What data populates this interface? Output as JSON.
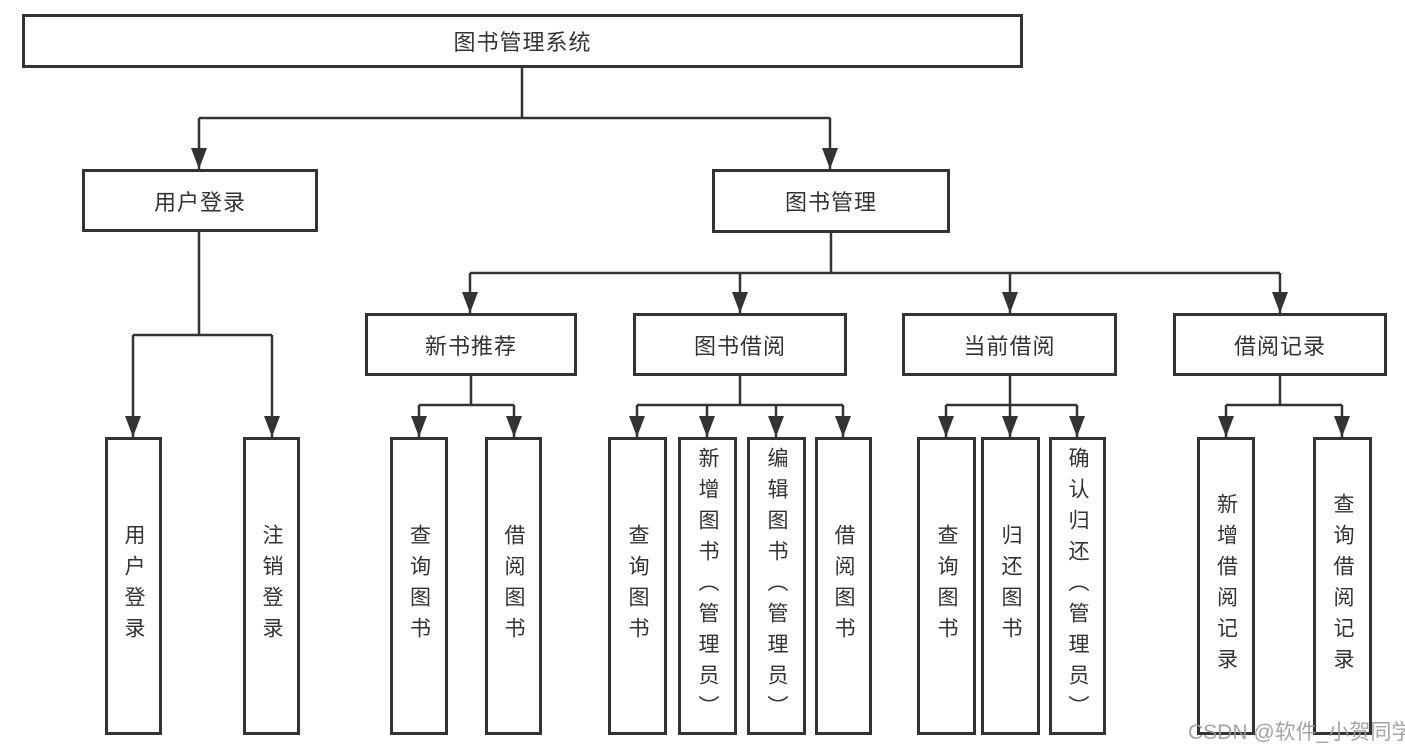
{
  "root": {
    "label": "图书管理系统"
  },
  "level2": [
    {
      "label": "用户登录"
    },
    {
      "label": "图书管理"
    }
  ],
  "level3": [
    {
      "label": "新书推荐",
      "parent": "图书管理"
    },
    {
      "label": "图书借阅",
      "parent": "图书管理"
    },
    {
      "label": "当前借阅",
      "parent": "图书管理"
    },
    {
      "label": "借阅记录",
      "parent": "图书管理"
    }
  ],
  "leaves": [
    {
      "label": "用户登录",
      "parent": "用户登录"
    },
    {
      "label": "注销登录",
      "parent": "用户登录"
    },
    {
      "label": "查询图书",
      "parent": "新书推荐"
    },
    {
      "label": "借阅图书",
      "parent": "新书推荐"
    },
    {
      "label": "查询图书",
      "parent": "图书借阅"
    },
    {
      "label": "新增图书（管理员）",
      "parent": "图书借阅"
    },
    {
      "label": "编辑图书（管理员）",
      "parent": "图书借阅"
    },
    {
      "label": "借阅图书",
      "parent": "图书借阅"
    },
    {
      "label": "查询图书",
      "parent": "当前借阅"
    },
    {
      "label": "归还图书",
      "parent": "当前借阅"
    },
    {
      "label": "确认归还（管理员）",
      "parent": "当前借阅"
    },
    {
      "label": "新增借阅记录",
      "parent": "借阅记录"
    },
    {
      "label": "查询借阅记录",
      "parent": "借阅记录"
    }
  ],
  "watermark": {
    "text": "CSDN @软件_小贺同学"
  },
  "colors": {
    "line": "#333333",
    "text": "#333333",
    "box_background": "#ffffff",
    "watermark": "#9a9a9a"
  }
}
